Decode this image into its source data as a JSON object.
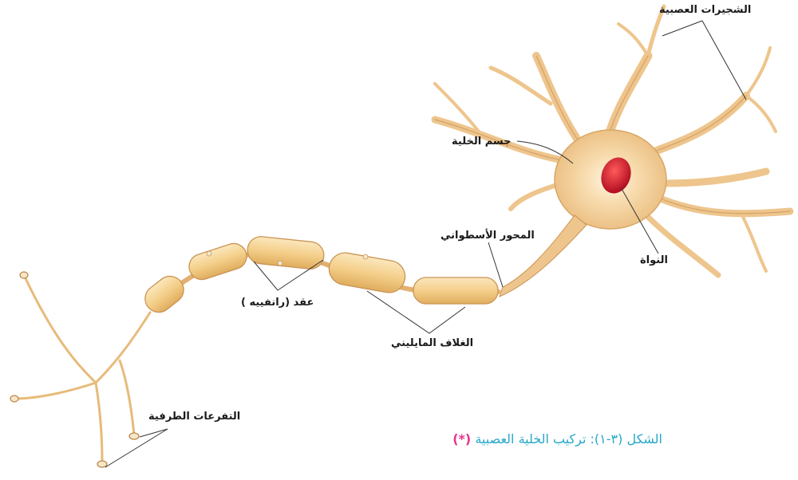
{
  "labels": {
    "dendrites": "الشجيرات العصبية",
    "cell_body": "جسم الخلية",
    "nucleus": "النواة",
    "axon": "المحور الأسطواني",
    "nodes_of_ranvier": "عقد (رانفييه )",
    "myelin_sheath": "الغلاف المايليني",
    "axon_terminals": "التفرعات الطرفية"
  },
  "caption": {
    "text": "الشكل (٣-١): تركيب الخلية العصبية",
    "marker": "(*)"
  },
  "colors": {
    "neuron_fill": "#f1c98f",
    "neuron_stroke": "#c88f45",
    "myelin_fill": "#f6d28a",
    "nucleus": "#c8102e",
    "caption": "#27a7c9",
    "caption_marker": "#e8358d",
    "leader_line": "#333333"
  }
}
